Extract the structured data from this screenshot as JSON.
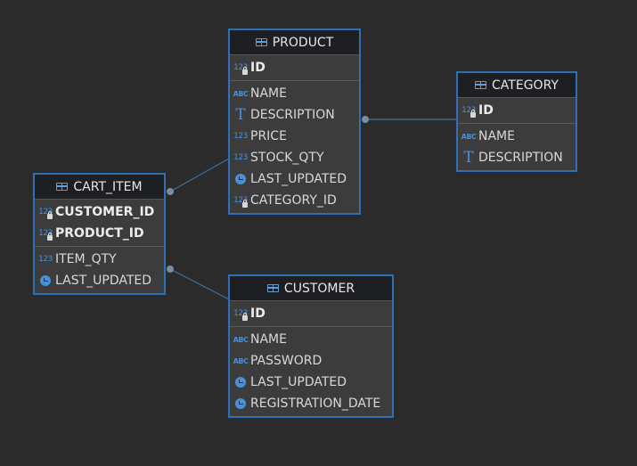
{
  "entities": {
    "product": {
      "title": "PRODUCT",
      "keys": [
        {
          "name": "ID",
          "type": "123",
          "pk": true
        }
      ],
      "columns": [
        {
          "name": "NAME",
          "type": "ABC"
        },
        {
          "name": "DESCRIPTION",
          "type": "T"
        },
        {
          "name": "PRICE",
          "type": "123"
        },
        {
          "name": "STOCK_QTY",
          "type": "123"
        },
        {
          "name": "LAST_UPDATED",
          "type": "clock"
        },
        {
          "name": "CATEGORY_ID",
          "type": "123",
          "fk": true
        }
      ]
    },
    "category": {
      "title": "CATEGORY",
      "keys": [
        {
          "name": "ID",
          "type": "123",
          "pk": true
        }
      ],
      "columns": [
        {
          "name": "NAME",
          "type": "ABC"
        },
        {
          "name": "DESCRIPTION",
          "type": "T"
        }
      ]
    },
    "cart_item": {
      "title": "CART_ITEM",
      "keys": [
        {
          "name": "CUSTOMER_ID",
          "type": "123",
          "pk": true
        },
        {
          "name": "PRODUCT_ID",
          "type": "123",
          "pk": true
        }
      ],
      "columns": [
        {
          "name": "ITEM_QTY",
          "type": "123"
        },
        {
          "name": "LAST_UPDATED",
          "type": "clock"
        }
      ]
    },
    "customer": {
      "title": "CUSTOMER",
      "keys": [
        {
          "name": "ID",
          "type": "123",
          "pk": true
        }
      ],
      "columns": [
        {
          "name": "NAME",
          "type": "ABC"
        },
        {
          "name": "PASSWORD",
          "type": "ABC"
        },
        {
          "name": "LAST_UPDATED",
          "type": "clock"
        },
        {
          "name": "REGISTRATION_DATE",
          "type": "clock"
        }
      ]
    }
  },
  "relationships": [
    {
      "from": "product",
      "to": "category"
    },
    {
      "from": "cart_item",
      "to": "product"
    },
    {
      "from": "cart_item",
      "to": "customer"
    }
  ],
  "colors": {
    "background": "#2b2b2b",
    "entity_border": "#2f6fb6",
    "entity_body": "#3c3c3c",
    "header": "#1e1f22",
    "type_icon": "#4a90d9",
    "relation_line": "#3d6f9e"
  }
}
